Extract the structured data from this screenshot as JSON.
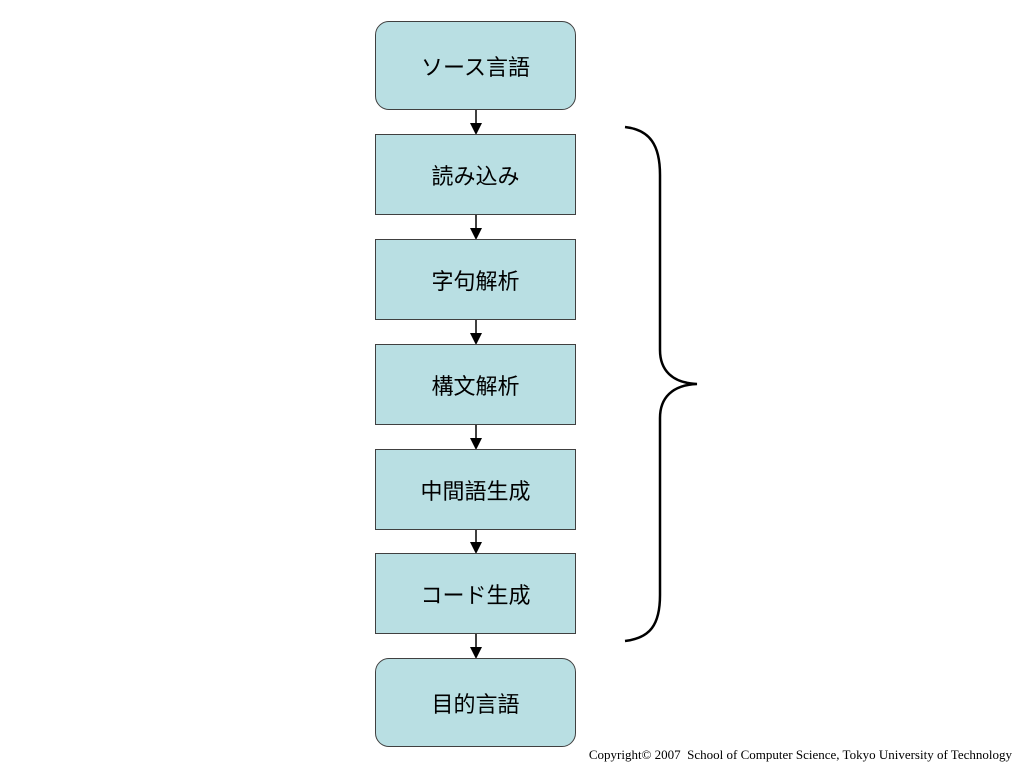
{
  "diagram": {
    "nodes": [
      {
        "id": "source",
        "label": "ソース言語",
        "shape": "rounded"
      },
      {
        "id": "read",
        "label": "読み込み",
        "shape": "rect"
      },
      {
        "id": "lex",
        "label": "字句解析",
        "shape": "rect"
      },
      {
        "id": "parse",
        "label": "構文解析",
        "shape": "rect"
      },
      {
        "id": "ir",
        "label": "中間語生成",
        "shape": "rect"
      },
      {
        "id": "codegen",
        "label": "コード生成",
        "shape": "rect"
      },
      {
        "id": "target",
        "label": "目的言語",
        "shape": "rounded"
      }
    ],
    "edges": [
      {
        "from": "source",
        "to": "read"
      },
      {
        "from": "read",
        "to": "lex"
      },
      {
        "from": "lex",
        "to": "parse"
      },
      {
        "from": "parse",
        "to": "ir"
      },
      {
        "from": "ir",
        "to": "codegen"
      },
      {
        "from": "codegen",
        "to": "target"
      }
    ],
    "brace_spans": [
      "read",
      "codegen"
    ],
    "colors": {
      "node_fill": "#b9dfe3",
      "node_border": "#404040",
      "arrow": "#000000"
    }
  },
  "footer": {
    "copyright": "Copyright© 2007  School of Computer Science, Tokyo University of Technology"
  }
}
